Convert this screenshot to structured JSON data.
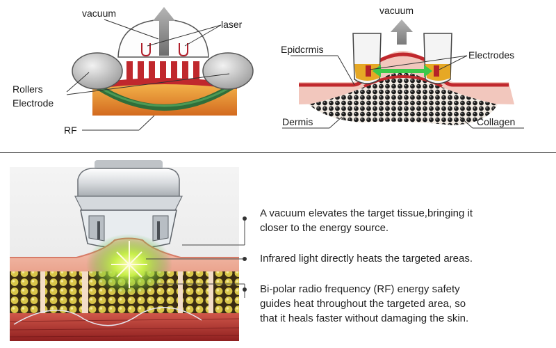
{
  "top_left": {
    "labels": {
      "vacuum": "vacuum",
      "laser": "laser",
      "rollers": "Rollers",
      "electrode": "Electrode",
      "rf": "RF"
    }
  },
  "top_right": {
    "labels": {
      "vacuum": "vacuum",
      "epidermis": "Epidcrmis",
      "electrodes": "Electrodes",
      "dermis": "Dermis",
      "collagen": "Collagen"
    }
  },
  "bottom": {
    "captions": [
      {
        "lines": [
          "A vacuum elevates the target tissue,bringing it",
          "closer to the energy source."
        ]
      },
      {
        "lines": [
          "Infrared light directly heats the targeted areas."
        ]
      },
      {
        "lines": [
          "Bi-polar radio frequency (RF) energy safety",
          "guides heat throughout the targeted area, so",
          "that it heals faster without damaging the skin."
        ]
      }
    ]
  },
  "colors": {
    "tissue_orange": "#e8912c",
    "tissue_red": "#c0282d",
    "electrode_green": "#2f6e3a",
    "roller_gray": "#c8c8c8",
    "skin_pink": "#f2b5a9",
    "fat_yellow": "#e3d56a",
    "arrow_green": "#3cc84a"
  }
}
